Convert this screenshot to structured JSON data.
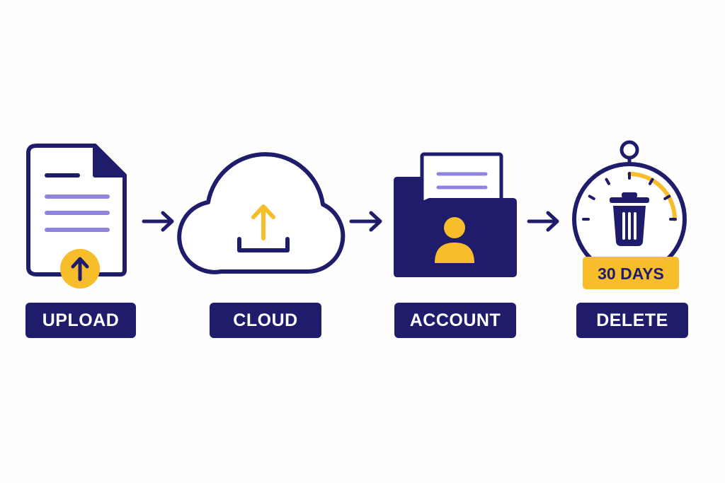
{
  "colors": {
    "navy": "#1f1d6b",
    "yellow": "#f8bd2b",
    "lavender": "#8f85e0",
    "background": "#fdfdfd"
  },
  "steps": [
    {
      "label": "UPLOAD",
      "icon": "document-upload-icon"
    },
    {
      "label": "CLOUD",
      "icon": "cloud-upload-icon"
    },
    {
      "label": "ACCOUNT",
      "icon": "account-folder-icon"
    },
    {
      "label": "DELETE",
      "icon": "stopwatch-trash-icon"
    }
  ],
  "retention_badge": "30 DAYS",
  "connectors": [
    "arrow-right-icon",
    "arrow-right-icon",
    "arrow-right-icon"
  ]
}
